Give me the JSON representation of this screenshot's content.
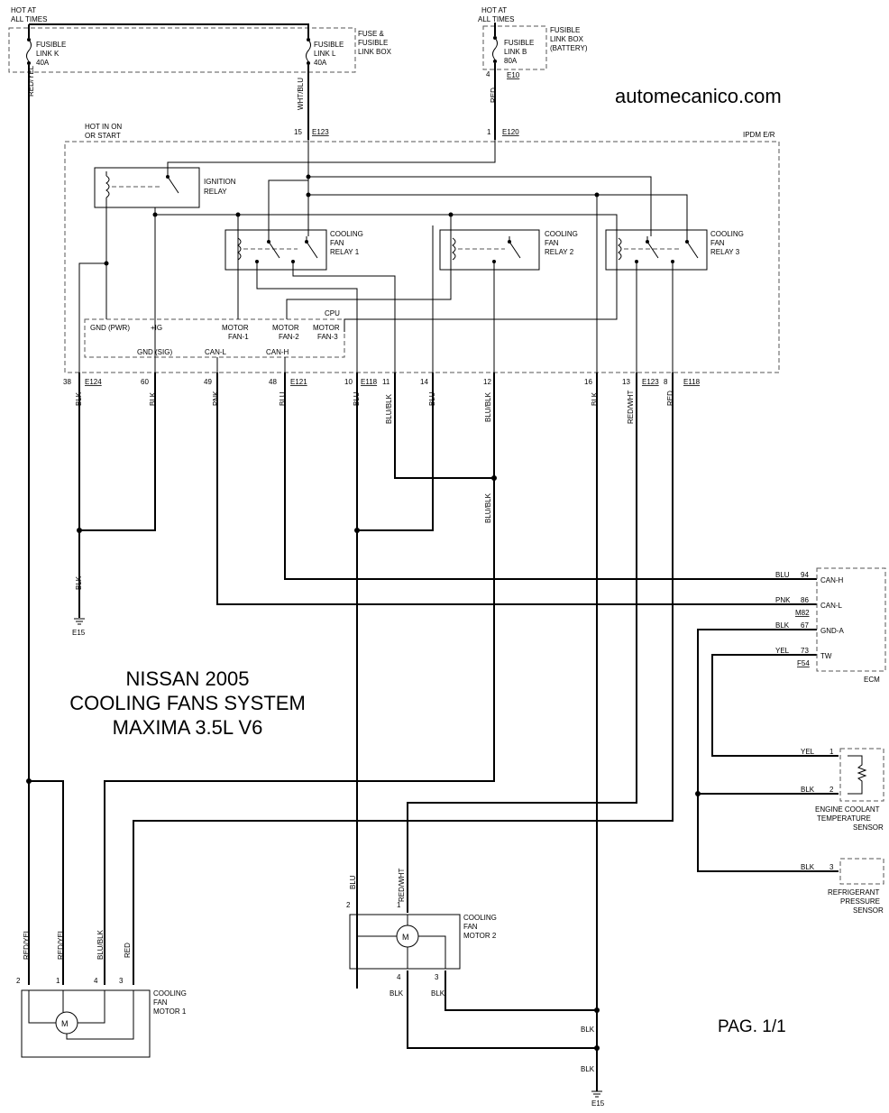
{
  "watermark": "automecanico.com",
  "title": {
    "line1": "NISSAN 2005",
    "line2": "COOLING FANS SYSTEM",
    "line3": "MAXIMA 3.5L V6"
  },
  "page": "PAG. 1/1",
  "top": {
    "hot_at_all_times": "HOT AT ALL TIMES",
    "fuse_box_label": "FUSE & FUSIBLE LINK BOX",
    "fusible_link_k": "FUSIBLE LINK K 40A",
    "fusible_link_l": "FUSIBLE LINK L 40A",
    "fusible_box_battery": "FUSIBLE LINK BOX (BATTERY)",
    "fusible_link_b": "FUSIBLE LINK B 80A",
    "e10": "E10"
  },
  "ipdm": {
    "label": "IPDM E/R",
    "hot_in_on": "HOT IN ON OR START",
    "ignition_relay": "IGNITION RELAY",
    "relay1": "COOLING FAN RELAY 1",
    "relay2": "COOLING FAN RELAY 2",
    "relay3": "COOLING FAN RELAY 3",
    "cpu": "CPU",
    "cpu_pins": [
      "GND (PWR)",
      "+IG",
      "MOTOR FAN-1",
      "MOTOR FAN-2",
      "MOTOR FAN-3",
      "GND (SIG)",
      "CAN-L",
      "CAN-H"
    ]
  },
  "ecm": {
    "label": "ECM",
    "pins": [
      {
        "wire": "BLU",
        "num": "94",
        "name": "CAN-H"
      },
      {
        "wire": "PNK",
        "num": "86",
        "name": "CAN-L"
      },
      {
        "wire": "BLK",
        "num": "67",
        "name": "GND-A"
      },
      {
        "wire": "YEL",
        "num": "73",
        "name": "TW"
      }
    ],
    "m82": "M82",
    "f54": "F54"
  },
  "sensors": {
    "ect": "ENGINE COOLANT TEMPERATURE SENSOR",
    "ect_pins": [
      {
        "wire": "YEL",
        "num": "1"
      },
      {
        "wire": "BLK",
        "num": "2"
      }
    ],
    "refrig": "REFRIGERANT PRESSURE SENSOR",
    "refrig_pin": {
      "wire": "BLK",
      "num": "3"
    }
  },
  "motor1": {
    "label": "COOLING FAN MOTOR 1",
    "wires": [
      "RED/YEL",
      "RED/YEL",
      "BLU/BLK",
      "RED"
    ],
    "pins": [
      "2",
      "1",
      "4",
      "3"
    ]
  },
  "motor2": {
    "label": "COOLING FAN MOTOR 2",
    "top_wires": [
      "BLU",
      "RED/WHT"
    ],
    "top_pins": [
      "2",
      "1"
    ],
    "bottom_pins": [
      "4",
      "3"
    ],
    "bottom_wires": [
      "BLK",
      "BLK"
    ]
  },
  "ground": "E15",
  "motor_symbol": "M"
}
